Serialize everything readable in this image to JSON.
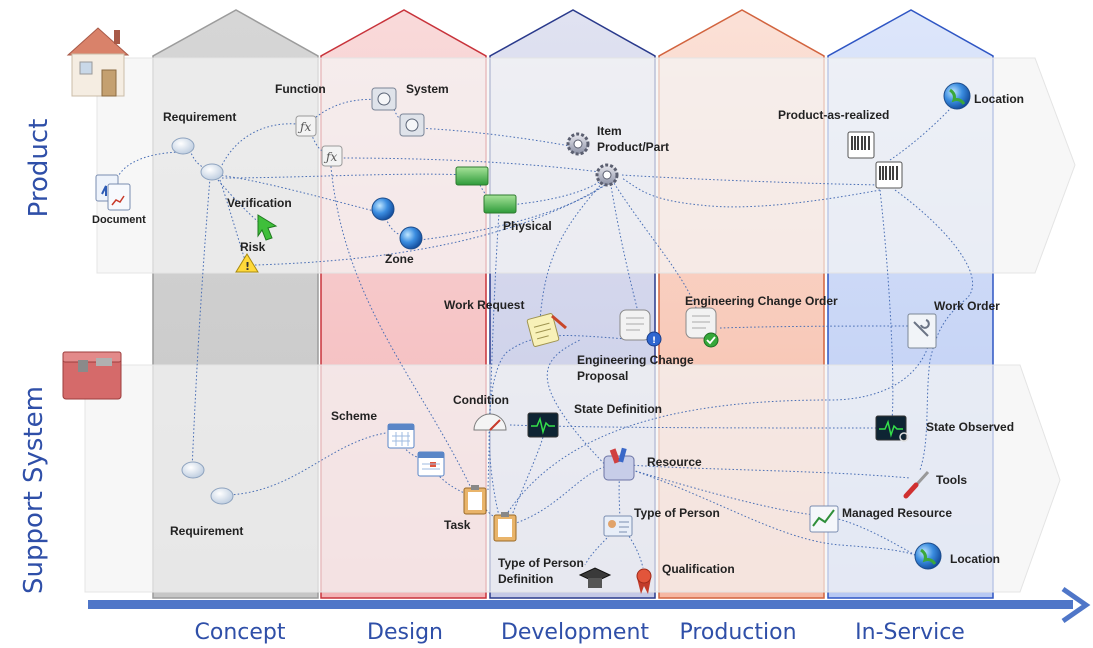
{
  "rows": {
    "product": "Product",
    "support": "Support System"
  },
  "phases": [
    {
      "name": "Concept",
      "color": "#9c9c9c"
    },
    {
      "name": "Design",
      "color": "#c8333b"
    },
    {
      "name": "Development",
      "color": "#2a3a8c"
    },
    {
      "name": "Production",
      "color": "#d2643f"
    },
    {
      "name": "In-Service",
      "color": "#2f56c4"
    }
  ],
  "product_nodes": {
    "document": "Document",
    "requirement": "Requirement",
    "function": "Function",
    "system": "System",
    "item": "Item",
    "product_part": "Product/Part",
    "verification": "Verification",
    "risk": "Risk",
    "zone": "Zone",
    "physical": "Physical",
    "product_as_realized": "Product-as-realized",
    "location": "Location"
  },
  "change_nodes": {
    "work_request": "Work Request",
    "engineering_change_order": "Engineering Change Order",
    "engineering_change_proposal_1": "Engineering Change",
    "engineering_change_proposal_2": "Proposal",
    "work_order": "Work Order"
  },
  "support_nodes": {
    "scheme": "Scheme",
    "condition": "Condition",
    "state_definition": "State Definition",
    "state_observed": "State Observed",
    "resource": "Resource",
    "tools": "Tools",
    "task": "Task",
    "type_of_person": "Type of Person",
    "managed_resource": "Managed Resource",
    "requirement": "Requirement",
    "type_of_person_definition_1": "Type of Person",
    "type_of_person_definition_2": "Definition",
    "qualification": "Qualification",
    "location": "Location"
  }
}
